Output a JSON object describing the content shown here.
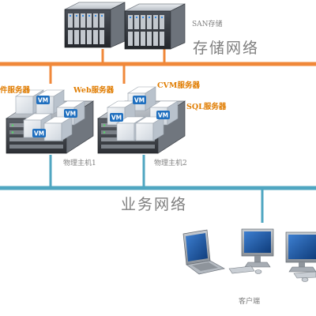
{
  "san": {
    "label": "SAN存储"
  },
  "storage_network": {
    "label": "存储网络",
    "color": "#f0883a"
  },
  "services": {
    "file": "件服务器",
    "web": "Web服务器",
    "cvm": "CVM服务器",
    "sql": "SQL服务器"
  },
  "vm_badge": "VM",
  "hosts": [
    {
      "label": "物理主机1"
    },
    {
      "label": "物理主机2"
    }
  ],
  "business_network": {
    "label": "业务网络",
    "color": "#4fa6c1"
  },
  "clients": {
    "label": "客户端"
  }
}
